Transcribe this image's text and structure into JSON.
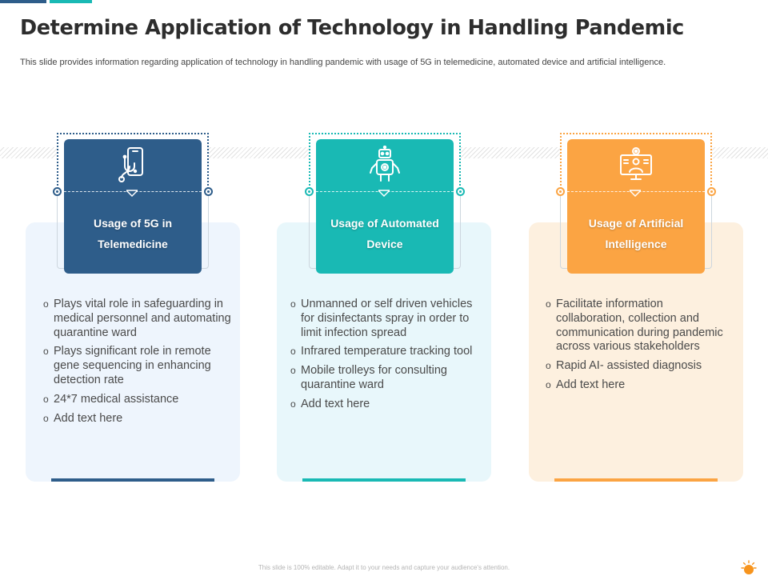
{
  "title": "Determine Application of Technology in Handling Pandemic",
  "subtitle": "This slide provides information regarding application of technology in handling pandemic with usage of 5G in telemedicine, automated device and artificial intelligence.",
  "colors": {
    "blue": "#2e5d8a",
    "teal": "#19b9b4",
    "orange": "#fba443"
  },
  "cards": [
    {
      "icon": "smartphone-stethoscope-icon",
      "title_lines": [
        "Usage of 5G in",
        "Telemedicine"
      ],
      "bullets": [
        "Plays vital role in safeguarding in medical personnel and automating quarantine ward",
        "Plays significant role in remote gene sequencing in enhancing detection rate",
        "24*7 medical assistance",
        "Add text here"
      ]
    },
    {
      "icon": "robot-icon",
      "title_lines": [
        "Usage of Automated",
        "Device"
      ],
      "bullets": [
        "Unmanned or self driven vehicles for disinfectants spray in order to limit infection spread",
        "Infrared temperature tracking tool",
        "Mobile trolleys for consulting quarantine ward",
        "Add text here"
      ]
    },
    {
      "icon": "monitor-ai-person-icon",
      "title_lines": [
        "Usage of Artificial",
        "Intelligence"
      ],
      "bullets": [
        "Facilitate information collaboration, collection and communication during pandemic across various stakeholders",
        "Rapid AI- assisted diagnosis",
        "Add text here"
      ]
    }
  ],
  "bullet_marker": "o",
  "footer": "This slide is 100% editable. Adapt it to your needs and capture your audience's attention."
}
